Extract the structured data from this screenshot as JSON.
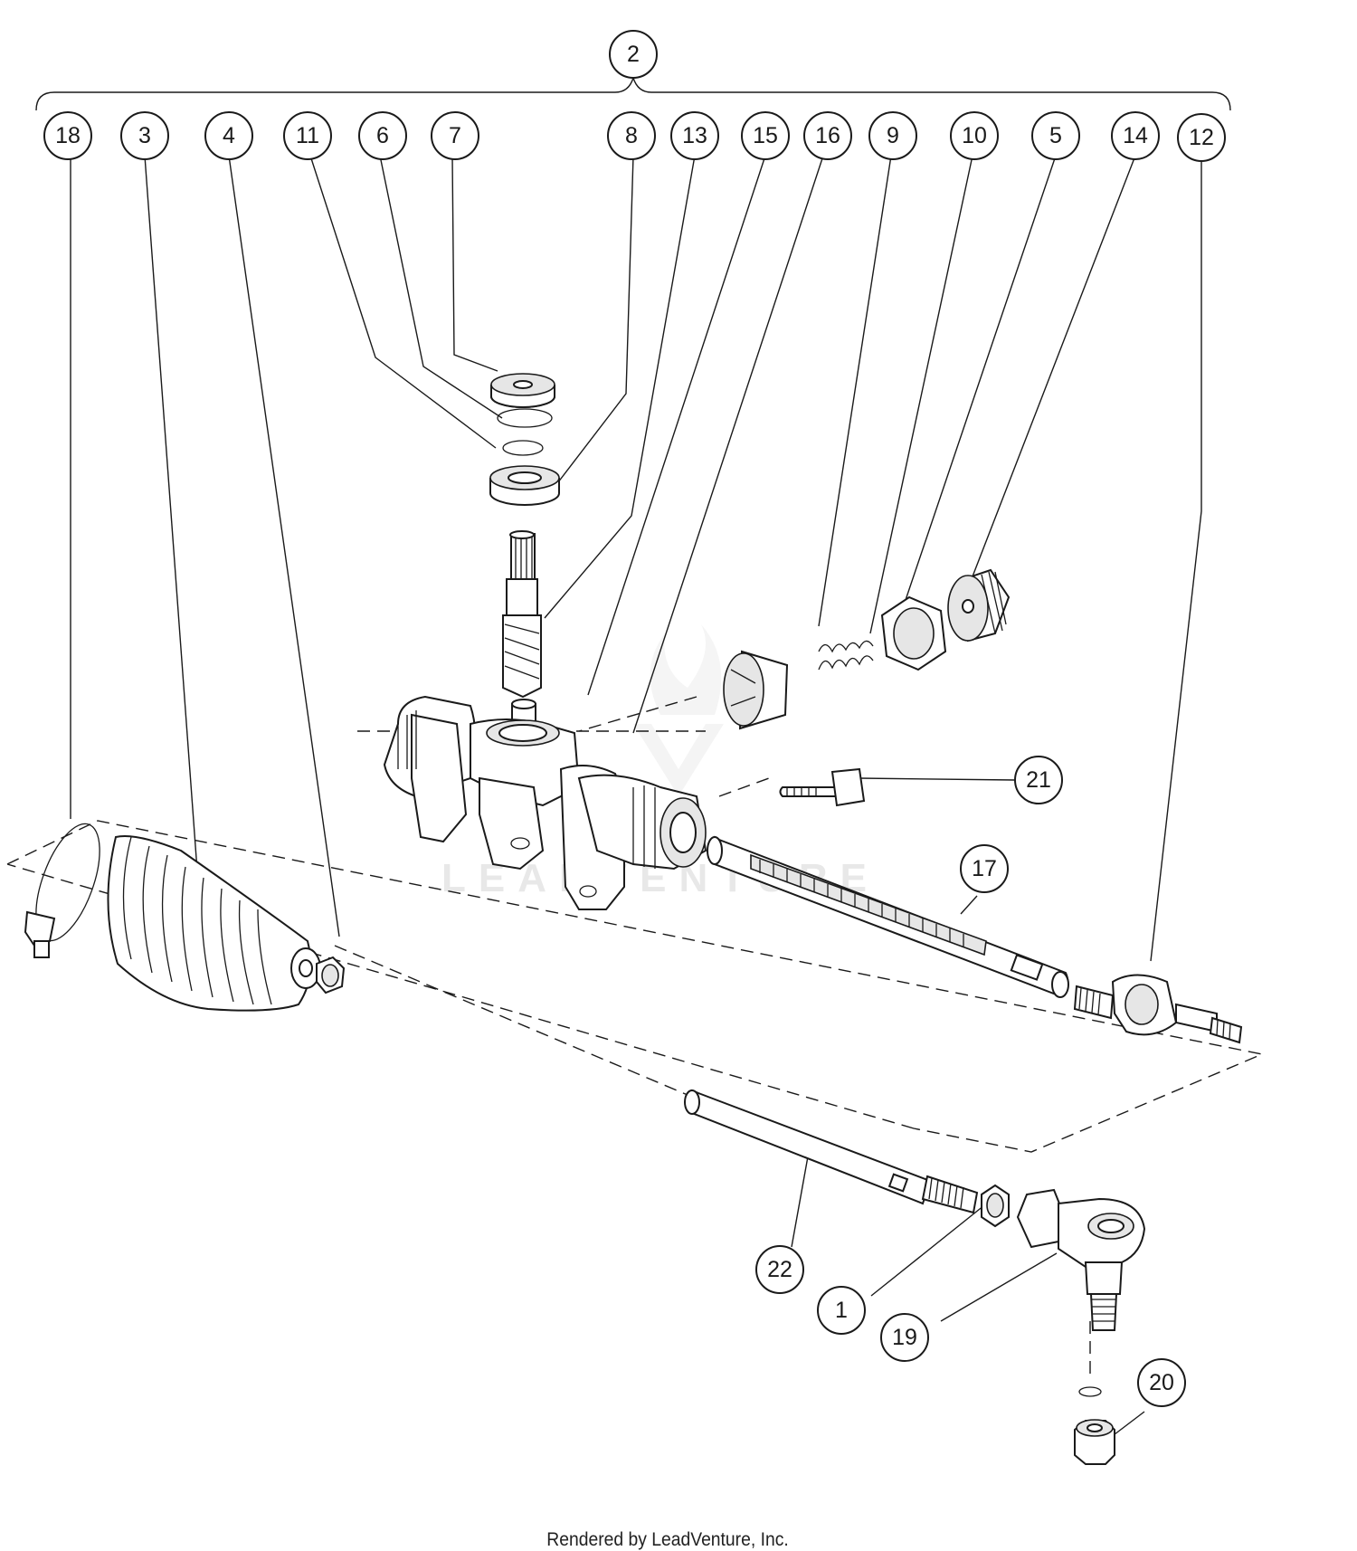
{
  "callouts": {
    "c1": "1",
    "c2": "2",
    "c3": "3",
    "c4": "4",
    "c5": "5",
    "c6": "6",
    "c7": "7",
    "c8": "8",
    "c9": "9",
    "c10": "10",
    "c11": "11",
    "c12": "12",
    "c13": "13",
    "c14": "14",
    "c15": "15",
    "c16": "16",
    "c17": "17",
    "c18": "18",
    "c19": "19",
    "c20": "20",
    "c21": "21",
    "c22": "22"
  },
  "watermark": "LEADVENTURE",
  "footer": "Rendered by LeadVenture, Inc."
}
